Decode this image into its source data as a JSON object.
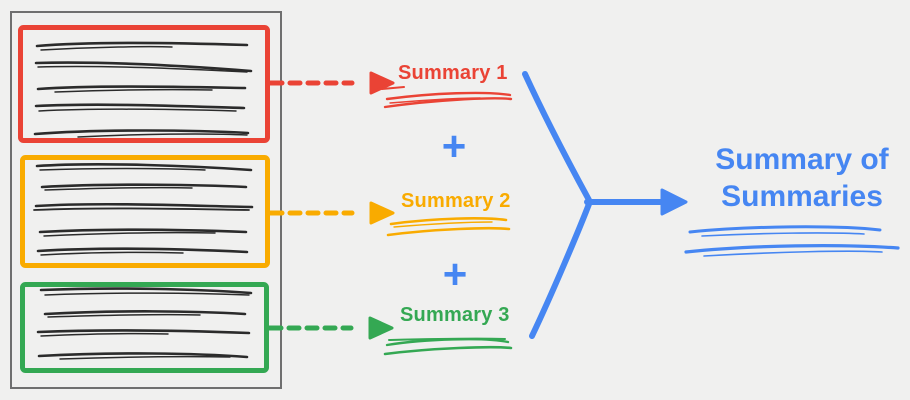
{
  "colors": {
    "background": "#F0F0EF",
    "document_border": "#6F6F6F",
    "ink": "#2B2B2B",
    "red": "#EA4335",
    "orange": "#F9AB00",
    "green": "#34A853",
    "blue": "#4686F2"
  },
  "summaries": [
    {
      "label": "Summary 1",
      "color": "#EA4335"
    },
    {
      "label": "Summary 2",
      "color": "#F9AB00"
    },
    {
      "label": "Summary 3",
      "color": "#34A853"
    }
  ],
  "plus_sign": "+",
  "final_summary": {
    "title_lines": [
      "Summary of",
      "Summaries"
    ],
    "color": "#4686F2"
  }
}
